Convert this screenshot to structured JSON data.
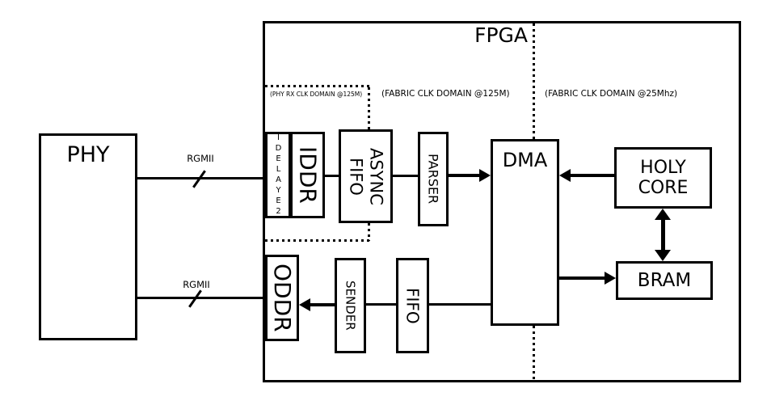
{
  "diagram": {
    "fpga_label": "FPGA",
    "clock_domains": {
      "phy_rx": "(PHY RX CLK DOMAIN @125M)",
      "fabric_125m": "(FABRIC CLK DOMAIN @125M)",
      "fabric_25mhz": "(FABRIC CLK DOMAIN @25Mhz)"
    },
    "blocks": {
      "phy": "PHY",
      "idelaye2": "IDELAYE2",
      "iddr": "IDDR",
      "async_fifo": "ASYNC\nFIFO",
      "parser": "PARSER",
      "dma": "DMA",
      "holy_core": "HOLY\nCORE",
      "bram": "BRAM",
      "oddr": "ODDR",
      "sender": "SENDER",
      "fifo": "FIFO"
    },
    "buses": {
      "rgmii_rx": "RGMII",
      "rgmii_tx": "RGMII"
    },
    "colors": {
      "line": "#000000",
      "background": "#ffffff"
    }
  }
}
